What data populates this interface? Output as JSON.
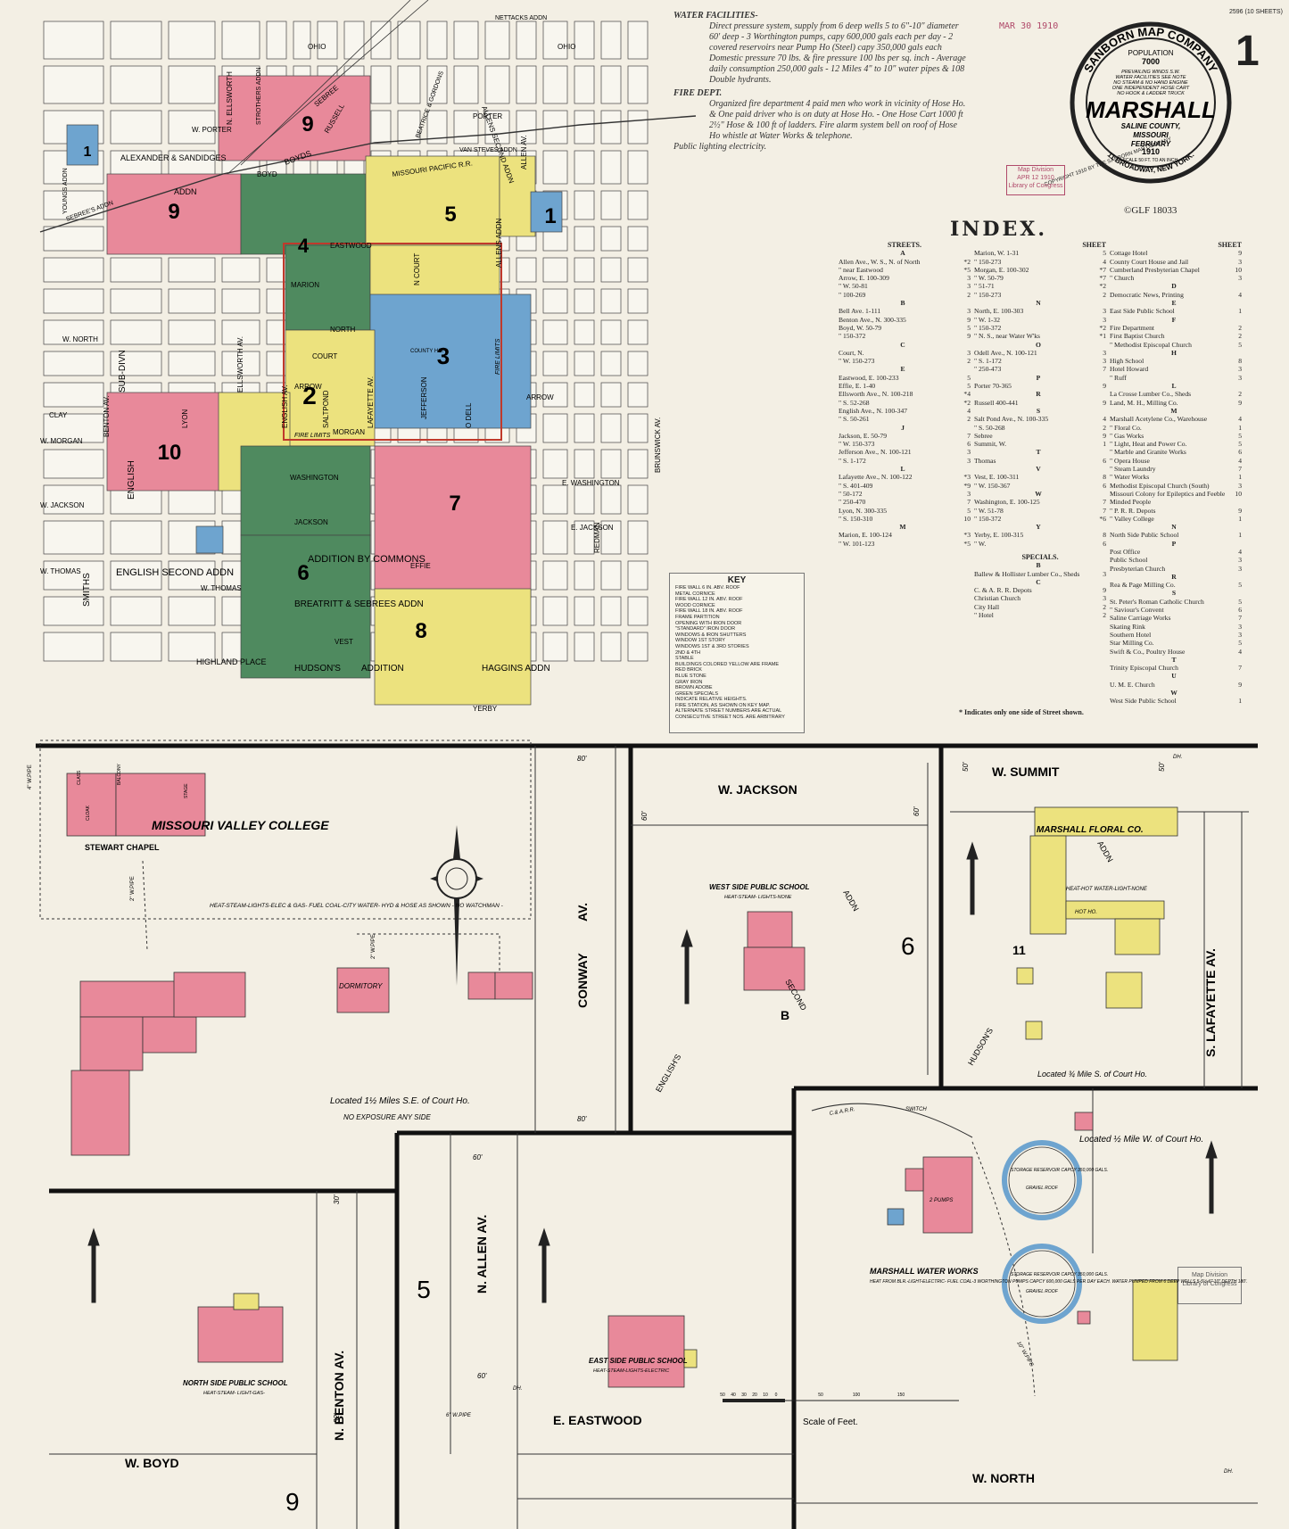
{
  "sheet_number": "1",
  "corner_note": "2596 (10 SHEETS)",
  "stamps": {
    "received": "MAR 30 1910",
    "map_division": "Map Division\nAPR 12 1910\nLibrary of Congress",
    "copyright_reg": "©GLF 18033",
    "bottom_stamp": "Map Division\nLibrary of Congress"
  },
  "title_seal": {
    "company": "SANBORN MAP COMPANY",
    "population_label": "POPULATION",
    "population": "7000",
    "lines": [
      "PREVAILING WINDS S.W.",
      "WATER FACILITIES SEE NOTE",
      "NO STEAM & NO HAND ENGINE",
      "ONE INDEPENDENT HOSE CART",
      "NO HOOK & LADDER TRUCK"
    ],
    "city": "MARSHALL",
    "county": "SALINE COUNTY,",
    "state": "MISSOURI",
    "month": "FEBRUARY",
    "year": "1910",
    "scale": "SCALE 50 FT. TO AN INCH.",
    "address": "11 BROADWAY, NEW YORK.",
    "copyright": "COPYRIGHT 1910 BY THE SANBORN MAP COMPANY"
  },
  "notes": {
    "water_title": "WATER FACILITIES-",
    "water_text": "Direct pressure system, supply from 6 deep wells 5 to 6\"-10\" diameter 60' deep - 3 Worthington pumps, capy 600,000 gals each per day - 2 covered reservoirs near Pump Ho (Steel) capy 350,000 gals each Domestic pressure 70 lbs. & fire pressure 100 lbs per sq. inch - Average daily consumption 250,000 gals - 12 Miles 4\" to 10\" water pipes & 108 Double hydrants.",
    "fire_title": "FIRE DEPT.",
    "fire_text": "Organized fire department 4 paid men who work in vicinity of Hose Ho. & One paid driver who is on duty at Hose Ho. - One Hose Cart 1000 ft 2½\" Hose & 100 ft of ladders. Fire alarm system bell on roof of Hose Ho whistle at Water Works & telephone.",
    "lighting": "Public lighting electricity."
  },
  "index": {
    "title": "INDEX.",
    "streets_header": "STREETS.",
    "sheet_header": "SHEET",
    "specials_header": "SPECIALS.",
    "footnote": "* Indicates only one side of Street shown.",
    "col1": [
      [
        "A",
        ""
      ],
      [
        "Allen Ave., W. S., N. of North",
        "*2"
      ],
      [
        "\" near Eastwood",
        "*5"
      ],
      [
        "Arrow, E. 100-309",
        "3"
      ],
      [
        "\" W. 50-81",
        "3"
      ],
      [
        "\" 100-269",
        "2"
      ],
      [
        "B",
        ""
      ],
      [
        "Bell Ave. 1-111",
        "3"
      ],
      [
        "Benton Ave., N. 300-335",
        "9"
      ],
      [
        "Boyd, W. 50-79",
        "5"
      ],
      [
        "\" 150-372",
        "9"
      ],
      [
        "C",
        ""
      ],
      [
        "Court, N.",
        "3"
      ],
      [
        "\" W. 150-273",
        "2"
      ],
      [
        "E",
        ""
      ],
      [
        "Eastwood, E. 100-233",
        "5"
      ],
      [
        "Effie, E. 1-40",
        "5"
      ],
      [
        "Ellsworth Ave., N. 100-218",
        "*4"
      ],
      [
        "\" S. 52-268",
        "*2"
      ],
      [
        "English Ave., N. 100-347",
        "4"
      ],
      [
        "\" S. 50-261",
        "2"
      ],
      [
        "J",
        ""
      ],
      [
        "Jackson, E. 50-79",
        "7"
      ],
      [
        "\" W. 150-373",
        "6"
      ],
      [
        "Jefferson Ave., N. 100-121",
        "3"
      ],
      [
        "\" S. 1-172",
        "3"
      ],
      [
        "L",
        ""
      ],
      [
        "Lafayette Ave., N. 100-122",
        "*3"
      ],
      [
        "\" S. 401-409",
        "*9"
      ],
      [
        "\" 50-172",
        "3"
      ],
      [
        "\" 250-470",
        "7"
      ],
      [
        "Lyon, N. 300-335",
        "5"
      ],
      [
        "\" S. 150-310",
        "10"
      ],
      [
        "M",
        ""
      ],
      [
        "Marion, E. 100-124",
        "*3"
      ],
      [
        "\" W. 101-123",
        "*5"
      ]
    ],
    "col2": [
      [
        "Marion, W. 1-31",
        "5"
      ],
      [
        "\" 150-273",
        "4"
      ],
      [
        "Morgan, E. 100-302",
        "*7"
      ],
      [
        "\" W. 50-79",
        "*7"
      ],
      [
        "\" 51-71",
        "*2"
      ],
      [
        "\" 150-273",
        "2"
      ],
      [
        "N",
        ""
      ],
      [
        "North, E. 100-303",
        "3"
      ],
      [
        "\" W. 1-32",
        "3"
      ],
      [
        "\" 150-372",
        "*2"
      ],
      [
        "\" N. S., near Water W'ks",
        "*1"
      ],
      [
        "O",
        ""
      ],
      [
        "Odell Ave., N. 100-121",
        "3"
      ],
      [
        "\" S. 1-172",
        "3"
      ],
      [
        "\" 250-473",
        "7"
      ],
      [
        "P",
        ""
      ],
      [
        "Porter 70-365",
        "9"
      ],
      [
        "R",
        ""
      ],
      [
        "Russell 400-441",
        "9"
      ],
      [
        "S",
        ""
      ],
      [
        "Salt Pond Ave., N. 100-335",
        "4"
      ],
      [
        "\" S. 50-268",
        "2"
      ],
      [
        "Sebree",
        "9"
      ],
      [
        "Summit, W.",
        "1"
      ],
      [
        "T",
        ""
      ],
      [
        "Thomas",
        "6"
      ],
      [
        "V",
        ""
      ],
      [
        "Vest, E. 100-311",
        "8"
      ],
      [
        "\" W. 150-367",
        "6"
      ],
      [
        "W",
        ""
      ],
      [
        "Washington, E. 100-125",
        "7"
      ],
      [
        "\" W. 51-78",
        "7"
      ],
      [
        "\" 150-372",
        "*6"
      ],
      [
        "Y",
        ""
      ],
      [
        "Yerby, E. 100-315",
        "8"
      ],
      [
        "\" W.",
        "6"
      ]
    ],
    "specials_col2": [
      [
        "B",
        ""
      ],
      [
        "Ballew & Hollister Lumber Co., Sheds",
        "3"
      ],
      [
        "C",
        ""
      ],
      [
        "C. & A. R. R. Depots",
        "9"
      ],
      [
        "Christian Church",
        "3"
      ],
      [
        "City Hall",
        "2"
      ],
      [
        "\" Hotel",
        "2"
      ]
    ],
    "col3": [
      [
        "Cottage Hotel",
        "9"
      ],
      [
        "County Court House and Jail",
        "3"
      ],
      [
        "Cumberland Presbyterian Chapel",
        "10"
      ],
      [
        "\" Church",
        "3"
      ],
      [
        "D",
        ""
      ],
      [
        "Democratic News, Printing",
        "4"
      ],
      [
        "E",
        ""
      ],
      [
        "East Side Public School",
        "1"
      ],
      [
        "F",
        ""
      ],
      [
        "Fire Department",
        "2"
      ],
      [
        "First Baptist Church",
        "2"
      ],
      [
        "\" Methodist Episcopal Church",
        "5"
      ],
      [
        "H",
        ""
      ],
      [
        "High School",
        "8"
      ],
      [
        "Hotel Howard",
        "3"
      ],
      [
        "\" Ruff",
        "3"
      ],
      [
        "L",
        ""
      ],
      [
        "La Crosse Lumber Co., Sheds",
        "2"
      ],
      [
        "Land, M. H., Milling Co.",
        "9"
      ],
      [
        "M",
        ""
      ],
      [
        "Marshall Acetylene Co., Warehouse",
        "4"
      ],
      [
        "\" Floral Co.",
        "1"
      ],
      [
        "\" Gas Works",
        "5"
      ],
      [
        "\" Light, Heat and Power Co.",
        "5"
      ],
      [
        "\" Marble and Granite Works",
        "6"
      ],
      [
        "\" Opera House",
        "4"
      ],
      [
        "\" Steam Laundry",
        "7"
      ],
      [
        "\" Water Works",
        "1"
      ],
      [
        "Methodist Episcopal Church (South)",
        "3"
      ],
      [
        "Missouri Colony for Epileptics and Feeble Minded People",
        "10"
      ],
      [
        "\" P. R. R. Depots",
        "9"
      ],
      [
        "\" Valley College",
        "1"
      ],
      [
        "N",
        ""
      ],
      [
        "North Side Public School",
        "1"
      ],
      [
        "P",
        ""
      ],
      [
        "Post Office",
        "4"
      ],
      [
        "Public School",
        "3"
      ],
      [
        "Presbyterian Church",
        "3"
      ],
      [
        "R",
        ""
      ],
      [
        "Rea & Page Milling Co.",
        "5"
      ],
      [
        "S",
        ""
      ],
      [
        "St. Peter's Roman Catholic Church",
        "5"
      ],
      [
        "\" Saviour's Convent",
        "6"
      ],
      [
        "Saline Carriage Works",
        "7"
      ],
      [
        "Skating Rink",
        "3"
      ],
      [
        "Southern Hotel",
        "3"
      ],
      [
        "Star Milling Co.",
        "5"
      ],
      [
        "Swift & Co., Poultry House",
        "4"
      ],
      [
        "T",
        ""
      ],
      [
        "Trinity Episcopal Church",
        "7"
      ],
      [
        "U",
        ""
      ],
      [
        "U. M. E. Church",
        "9"
      ],
      [
        "W",
        ""
      ],
      [
        "West Side Public School",
        "1"
      ]
    ]
  },
  "key": {
    "title": "KEY",
    "lines": [
      "FIRE WALL 6 IN. ABV. ROOF",
      "METAL CORNICE",
      "FIRE WALL 12 IN. ABV. ROOF",
      "WOOD CORNICE",
      "FIRE WALL 18 IN. ABV. ROOF",
      "FRAME PARTITION",
      "OPENING WITH IRON DOOR",
      "\"STANDARD\" IRON DOOR",
      "WINDOWS & IRON SHUTTERS",
      "WINDOW 1ST STORY",
      "WINDOWS 1ST & 3RD STORIES",
      "2ND & 4TH",
      "STABLE",
      "BUILDINGS COLORED YELLOW ARE FRAME",
      "RED BRICK",
      "BLUE STONE",
      "GRAY IRON",
      "BROWN ADOBE",
      "GREEN SPECIALS",
      "INDICATE RELATIVE HEIGHTS.",
      "FIRE STATION, AS SHOWN ON KEY MAP.",
      "ALTERNATE STREET NUMBERS ARE ACTUAL",
      "CONSECUTIVE STREET NOS. ARE ARBITRARY"
    ]
  },
  "keymap": {
    "streets": {
      "ohio": "OHIO",
      "ohio2": "OHIO",
      "porter_w": "W. PORTER",
      "porter": "PORTER",
      "boyd": "BOYD",
      "eastwood": "EASTWOOD",
      "marion": "MARION",
      "north": "NORTH",
      "north_w": "W. NORTH",
      "court": "COURT",
      "court_n": "N COURT",
      "arrow": "ARROW",
      "arrow2": "ARROW",
      "morgan": "MORGAN",
      "morgan_w": "W. MORGAN",
      "clay": "CLAY",
      "washington": "WASHINGTON",
      "washington_e": "E. WASHINGTON",
      "jackson": "JACKSON",
      "jackson_w": "W. JACKSON",
      "jackson_e": "E. JACKSON",
      "thomas_w": "W. THOMAS",
      "thomas_w2": "W. THOMAS",
      "effie": "EFFIE",
      "vest": "VEST",
      "yerby": "YERBY",
      "sebree": "SEBREE",
      "russell": "RUSSELL",
      "ellsworth_n": "N. ELLSWORTH",
      "ellsworth": "ELLSWORTH AV.",
      "benton": "BENTON AV.",
      "lyon": "LYON",
      "english": "ENGLISH AV.",
      "saltpond": "SALTPOND",
      "lafayette": "LAFAYETTE AV.",
      "jefferson": "JEFFERSON",
      "odell": "O DELL",
      "allen": "ALLEN AV.",
      "redman": "REDMAN",
      "brunswick": "BRUNSWICK AV.",
      "ry": "MISSOURI PACIFIC R.R.",
      "fire_limits": "FIRE LIMITS",
      "fire_limits2": "FIRE LIMITS"
    },
    "additions": {
      "alexander": "ALEXANDER & SANDIDGES",
      "addn": "ADDN",
      "sebrees": "SEBREE'S ADDN",
      "seybolds": "YOUNGS ADDN",
      "strothers": "STROTHERS ADDN",
      "boyds": "BOYDS",
      "beatrice": "BEATRICE & GORDONS",
      "allens2": "ALLENS SECOND ADDN",
      "vansteves": "VAN STEVES ADDN",
      "nettacks": "NETTACKS ADDN",
      "subdivn": "SUB-DIVN",
      "english2": "ENGLISH SECOND ADDN",
      "smiths": "SMITHS",
      "english": "ENGLISH",
      "commons": "ADDITION BY COMMONS",
      "breatritt": "BREATRITT & SEBREES ADDN",
      "hudsons": "HUDSON'S",
      "addition": "ADDITION",
      "highland": "HIGHLAND PLACE",
      "haggins": "HAGGINS ADDN",
      "allens": "ALLENS ADDN",
      "county": "COUNTY HO."
    },
    "sheet_labels": [
      "1",
      "1",
      "2",
      "3",
      "4",
      "5",
      "6",
      "7",
      "8",
      "9",
      "9",
      "10"
    ]
  },
  "panels": {
    "college": {
      "title": "MISSOURI VALLEY COLLEGE",
      "chapel": "STEWART CHAPEL",
      "dormitory": "DORMITORY",
      "note": "HEAT-STEAM-LIGHTS-ELEC & GAS- FUEL COAL-CITY WATER- HYD & HOSE AS SHOWN - NO WATCHMAN -",
      "pipe1": "4\" W.PIPE",
      "pipe2": "2\" W.PIPE",
      "pipe3": "2\" W.PIPE",
      "located": "Located 1½ Miles S.E. of Court Ho.",
      "exposure": "NO EXPOSURE ANY SIDE",
      "chapel_parts": [
        "CLASS",
        "BALCONY",
        "STAGE",
        "CLOAK"
      ]
    },
    "conway": {
      "street": "CONWAY",
      "av": "AV.",
      "w80a": "80'",
      "w80b": "80'"
    },
    "westside": {
      "street": "W. JACKSON",
      "school": "WEST SIDE PUBLIC SCHOOL",
      "heat": "HEAT-STEAM- LIGHTS-NONE",
      "sheet": "6",
      "addn": "ADDN",
      "second": "SECOND",
      "englishs": "ENGLISH'S",
      "block": "B",
      "w60a": "60'",
      "w60b": "60'"
    },
    "floral": {
      "street": "W. SUMMIT",
      "avenue": "S. LAFAYETTE AV.",
      "name": "MARSHALL FLORAL CO.",
      "sheet": "11",
      "hudsons": "HUDSON'S",
      "addn": "ADDN",
      "located": "Located ¾ Mile S. of Court Ho.",
      "heat": "HEAT-HOT WATER-LIGHT-NONE",
      "hothouse": "HOT HO.",
      "dh": "DH.",
      "w50a": "50'",
      "w50b": "50'"
    },
    "northside": {
      "street_benton": "N. BENTON AV.",
      "street_boyd": "W. BOYD",
      "school": "NORTH SIDE PUBLIC SCHOOL",
      "heat": "HEAT-STEAM- LIGHT-GAS-",
      "sheet": "9",
      "w30": "30'",
      "w32": "32'"
    },
    "eastside": {
      "street_allen": "N. ALLEN AV.",
      "street_eastwood": "E. EASTWOOD",
      "sheet": "5",
      "school": "EAST SIDE PUBLIC SCHOOL",
      "heat": "HEAT-STEAM-LIGHTS-ELECTRIC",
      "pipe": "6\" W.PIPE",
      "dh": "DH.",
      "w60a": "60'",
      "w60b": "60'"
    },
    "waterworks": {
      "name": "MARSHALL WATER WORKS",
      "note": "HEAT FROM BLR.-LIGHT-ELECTRIC- FUEL COAL-3 WORTHINGTON PUMPS CAPCY 600,000 GALS PER DAY EACH. WATER PUMPED FROM 6 DEEP WELLS 5-5½-6\" 10\" DEPTH 180'.",
      "res1": "STORAGE RESERVOIR CAPCY 350,000 GALS.",
      "res2": "STORAGE RESERVOIR CAPCY 350,000 GALS.",
      "roof": "GRAVEL ROOF",
      "roof2": "GRAVEL ROOF",
      "located": "Located ½ Mile W. of Court Ho.",
      "railroad": "C.& A.R.R.",
      "switch": "SWITCH",
      "street": "W. NORTH",
      "pipe": "10\" W.PIPE",
      "pumps": "2 PUMPS",
      "dh": "DH."
    },
    "scale": {
      "label": "Scale of Feet.",
      "ticks": [
        "50",
        "40",
        "30",
        "20",
        "10",
        "0",
        "50",
        "100",
        "150"
      ]
    }
  },
  "colors": {
    "brick": "#e8899a",
    "frame": "#ece27e",
    "stone": "#6ea4cf",
    "special": "#4f8a5f",
    "paper": "#f3efe4"
  }
}
